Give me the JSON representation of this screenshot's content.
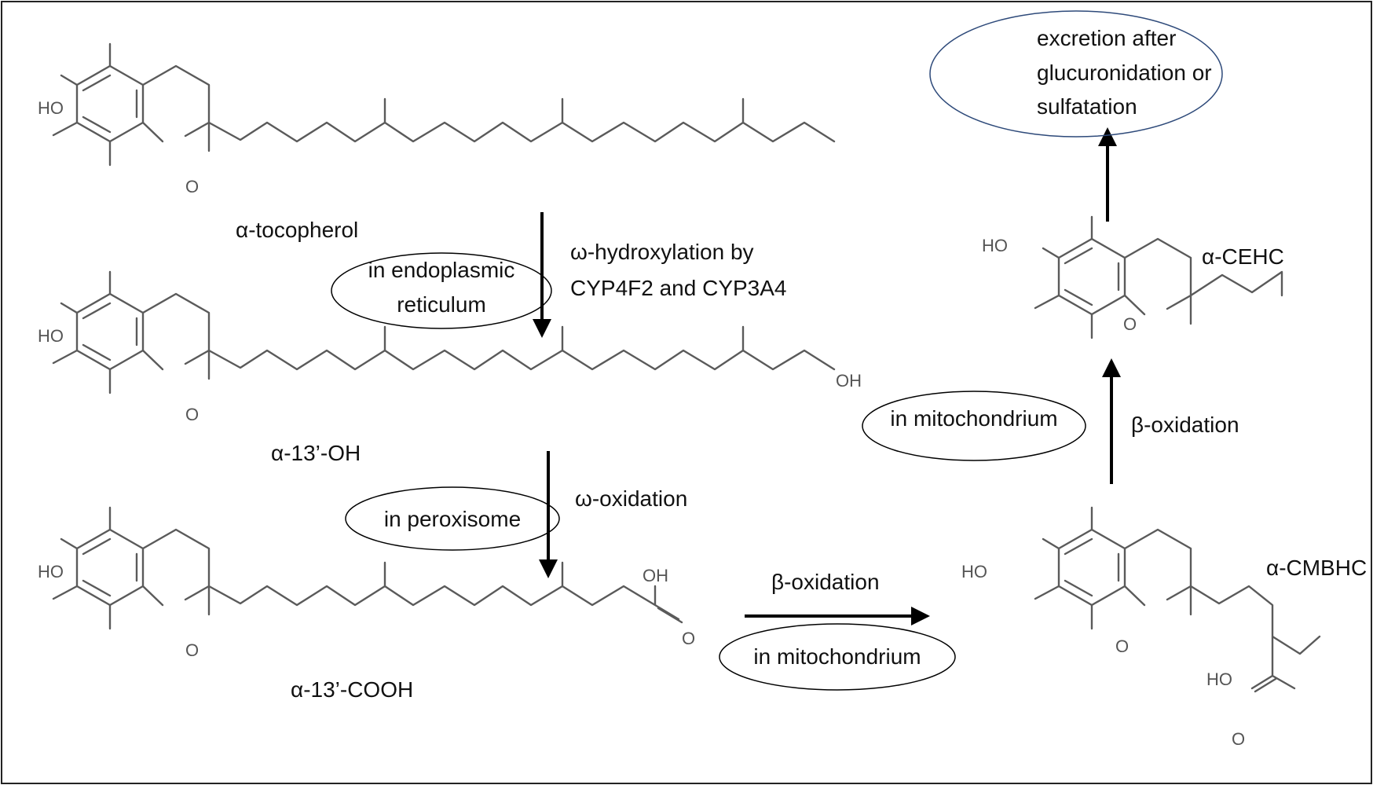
{
  "compounds": {
    "tocopherol": {
      "name": "α-tocopherol"
    },
    "oh13": {
      "name": "α-13’-OH",
      "terminal_group": "OH"
    },
    "cooh13": {
      "name": "α-13’-COOH",
      "acid_oh": "OH",
      "acid_o": "O"
    },
    "cmbhc": {
      "name": "α-CMBHC",
      "acid_oh": "HO",
      "acid_o": "O"
    },
    "cehc": {
      "name": "α-CEHC"
    }
  },
  "atoms": {
    "hydroxyl": "HO",
    "ring_oxygen": "O"
  },
  "steps": {
    "hydroxylation": {
      "label_lines": [
        "ω-hydroxylation by",
        "CYP4F2 and CYP3A4"
      ],
      "location_lines": [
        "in endoplasmic",
        "reticulum"
      ]
    },
    "omega_oxidation": {
      "label": "ω-oxidation",
      "location": "in peroxisome"
    },
    "beta_oxidation_1": {
      "label": "β-oxidation",
      "location": "in mitochondrium"
    },
    "beta_oxidation_2": {
      "label": "β-oxidation",
      "location": "in mitochondrium"
    },
    "excretion": {
      "lines": [
        "excretion after",
        "glucuronidation or",
        "sulfatation"
      ]
    }
  },
  "colors": {
    "bond": "#5a5a5a",
    "arrow": "#000000",
    "excretion_outline": "#2e4a7a"
  }
}
